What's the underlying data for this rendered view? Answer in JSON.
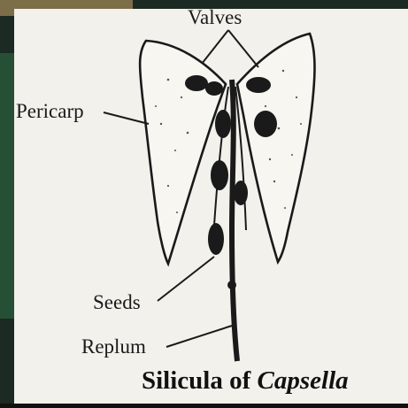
{
  "labels": {
    "valves": "Valves",
    "pericarp": "Pericarp",
    "seeds": "Seeds",
    "replum": "Replum"
  },
  "caption": {
    "prefix": "Silicula of",
    "genus": "Capsella"
  },
  "colors": {
    "paper": "#f2f1ec",
    "ink": "#1a1a1a",
    "background_left": "#1d2b22"
  }
}
